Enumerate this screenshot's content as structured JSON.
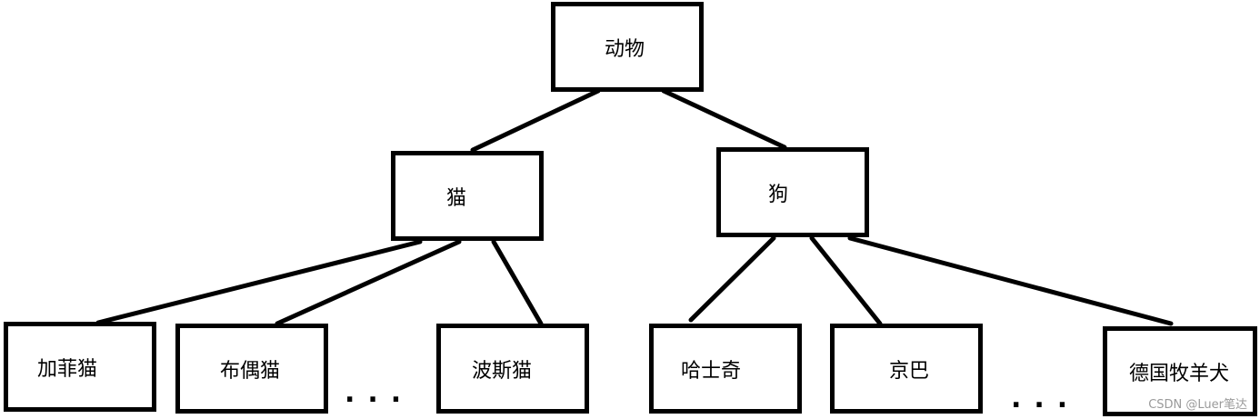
{
  "nodes": {
    "root": "动物",
    "cat": "猫",
    "dog": "狗",
    "garfield": "加菲猫",
    "ragdoll": "布偶猫",
    "persian": "波斯猫",
    "husky": "哈士奇",
    "pekingese": "京巴",
    "german_shepherd": "德国牧羊犬"
  },
  "ellipsis": "...",
  "watermark": "CSDN @Luer笔达",
  "colors": {
    "stroke": "#000000",
    "background": "#ffffff",
    "watermark": "#9a9a9a"
  }
}
